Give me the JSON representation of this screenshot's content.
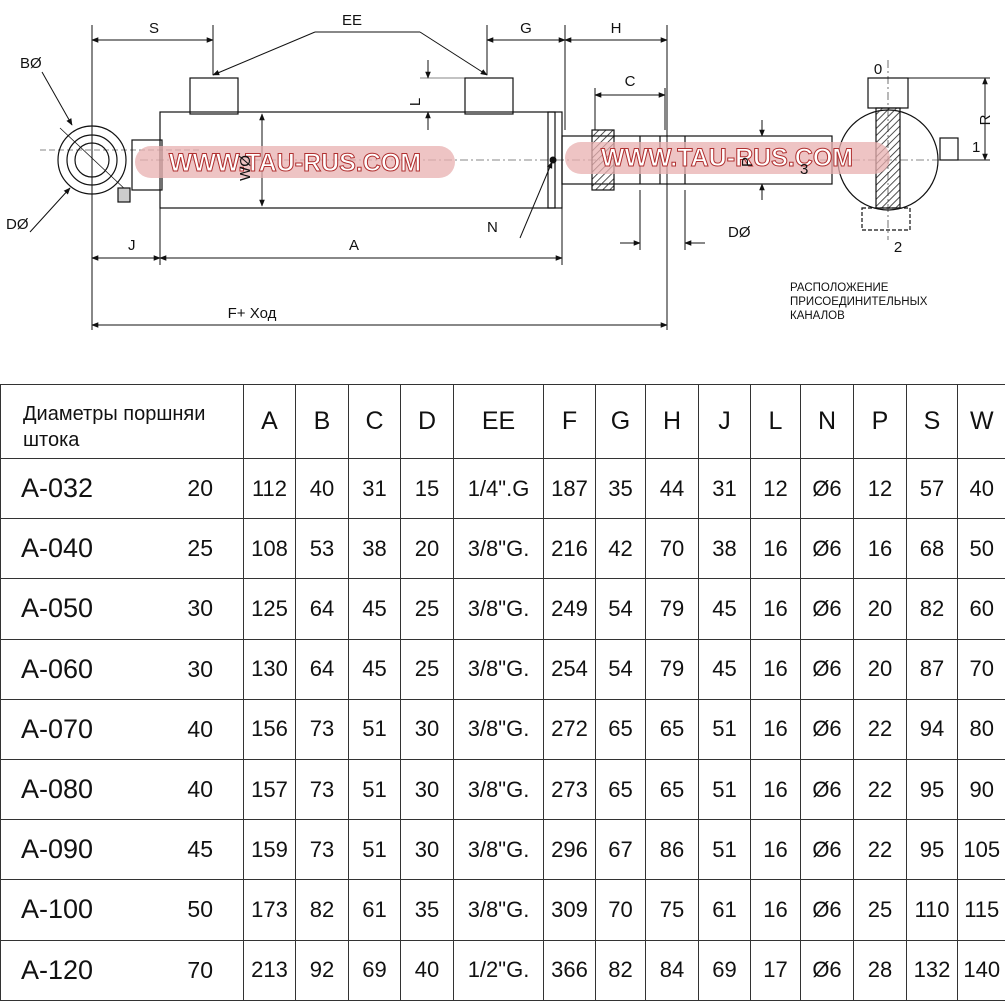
{
  "drawing": {
    "labels": {
      "s": "S",
      "ee": "EE",
      "g": "G",
      "h": "H",
      "c": "C",
      "b": "BØ",
      "l": "L",
      "w": "WØ",
      "p": "P",
      "d_left": "DØ",
      "d_right": "DØ",
      "n": "N",
      "j": "J",
      "a": "A",
      "f": "F+ Ход",
      "port0": "0",
      "port1": "1",
      "port2": "2",
      "port3": "3",
      "r": "R"
    },
    "watermark": "WWW.TAU-RUS.COM",
    "caption": [
      "РАСПОЛОЖЕНИЕ",
      "ПРИСОЕДИНИТЕЛЬНЫХ",
      "КАНАЛОВ"
    ]
  },
  "table": {
    "header_label": "Диаметры поршняи штока",
    "columns": [
      "A",
      "B",
      "C",
      "D",
      "EE",
      "F",
      "G",
      "H",
      "J",
      "L",
      "N",
      "P",
      "S",
      "W"
    ],
    "rows": [
      {
        "model": "A-032",
        "rod": "20",
        "cells": [
          "112",
          "40",
          "31",
          "15",
          "1/4\".G",
          "187",
          "35",
          "44",
          "31",
          "12",
          "Ø6",
          "12",
          "57",
          "40"
        ]
      },
      {
        "model": "A-040",
        "rod": "25",
        "cells": [
          "108",
          "53",
          "38",
          "20",
          "3/8\"G.",
          "216",
          "42",
          "70",
          "38",
          "16",
          "Ø6",
          "16",
          "68",
          "50"
        ]
      },
      {
        "model": "A-050",
        "rod": "30",
        "cells": [
          "125",
          "64",
          "45",
          "25",
          "3/8\"G.",
          "249",
          "54",
          "79",
          "45",
          "16",
          "Ø6",
          "20",
          "82",
          "60"
        ]
      },
      {
        "model": "A-060",
        "rod": "30",
        "cells": [
          "130",
          "64",
          "45",
          "25",
          "3/8\"G.",
          "254",
          "54",
          "79",
          "45",
          "16",
          "Ø6",
          "20",
          "87",
          "70"
        ]
      },
      {
        "model": "A-070",
        "rod": "40",
        "cells": [
          "156",
          "73",
          "51",
          "30",
          "3/8\"G.",
          "272",
          "65",
          "65",
          "51",
          "16",
          "Ø6",
          "22",
          "94",
          "80"
        ]
      },
      {
        "model": "A-080",
        "rod": "40",
        "cells": [
          "157",
          "73",
          "51",
          "30",
          "3/8\"G.",
          "273",
          "65",
          "65",
          "51",
          "16",
          "Ø6",
          "22",
          "95",
          "90"
        ]
      },
      {
        "model": "A-090",
        "rod": "45",
        "cells": [
          "159",
          "73",
          "51",
          "30",
          "3/8\"G.",
          "296",
          "67",
          "86",
          "51",
          "16",
          "Ø6",
          "22",
          "95",
          "105"
        ]
      },
      {
        "model": "A-100",
        "rod": "50",
        "cells": [
          "173",
          "82",
          "61",
          "35",
          "3/8\"G.",
          "309",
          "70",
          "75",
          "61",
          "16",
          "Ø6",
          "25",
          "110",
          "115"
        ]
      },
      {
        "model": "A-120",
        "rod": "70",
        "cells": [
          "213",
          "92",
          "69",
          "40",
          "1/2\"G.",
          "366",
          "82",
          "84",
          "69",
          "17",
          "Ø6",
          "28",
          "132",
          "140"
        ]
      }
    ]
  }
}
